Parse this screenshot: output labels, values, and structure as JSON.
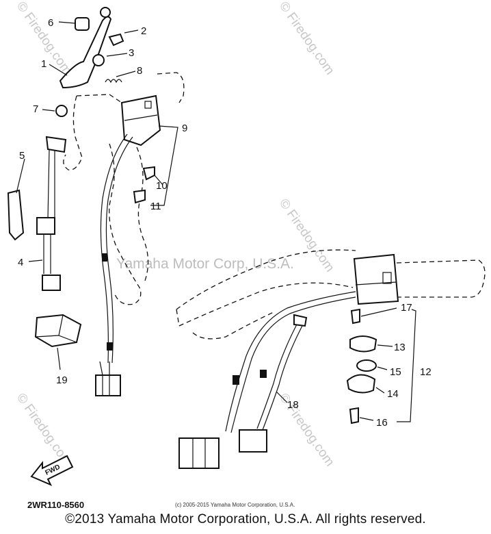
{
  "diagram": {
    "code": "2WR110-8560",
    "small_copyright": "(c) 2005-2015 Yamaha Motor Corporation, U.S.A.",
    "fwd_label": "FWD",
    "callouts": [
      "6",
      "2",
      "3",
      "1",
      "8",
      "7",
      "9",
      "5",
      "10",
      "11",
      "4",
      "19",
      "17",
      "13",
      "15",
      "12",
      "14",
      "16",
      "18"
    ]
  },
  "watermarks": {
    "center": "Yamaha Motor Corp, U.S.A.",
    "site": "Firedog.com",
    "site_short": "Firedog",
    "site_com": ".com"
  },
  "footer": {
    "copyright": "©2013 Yamaha Motor Corporation, U.S.A. All rights reserved."
  }
}
